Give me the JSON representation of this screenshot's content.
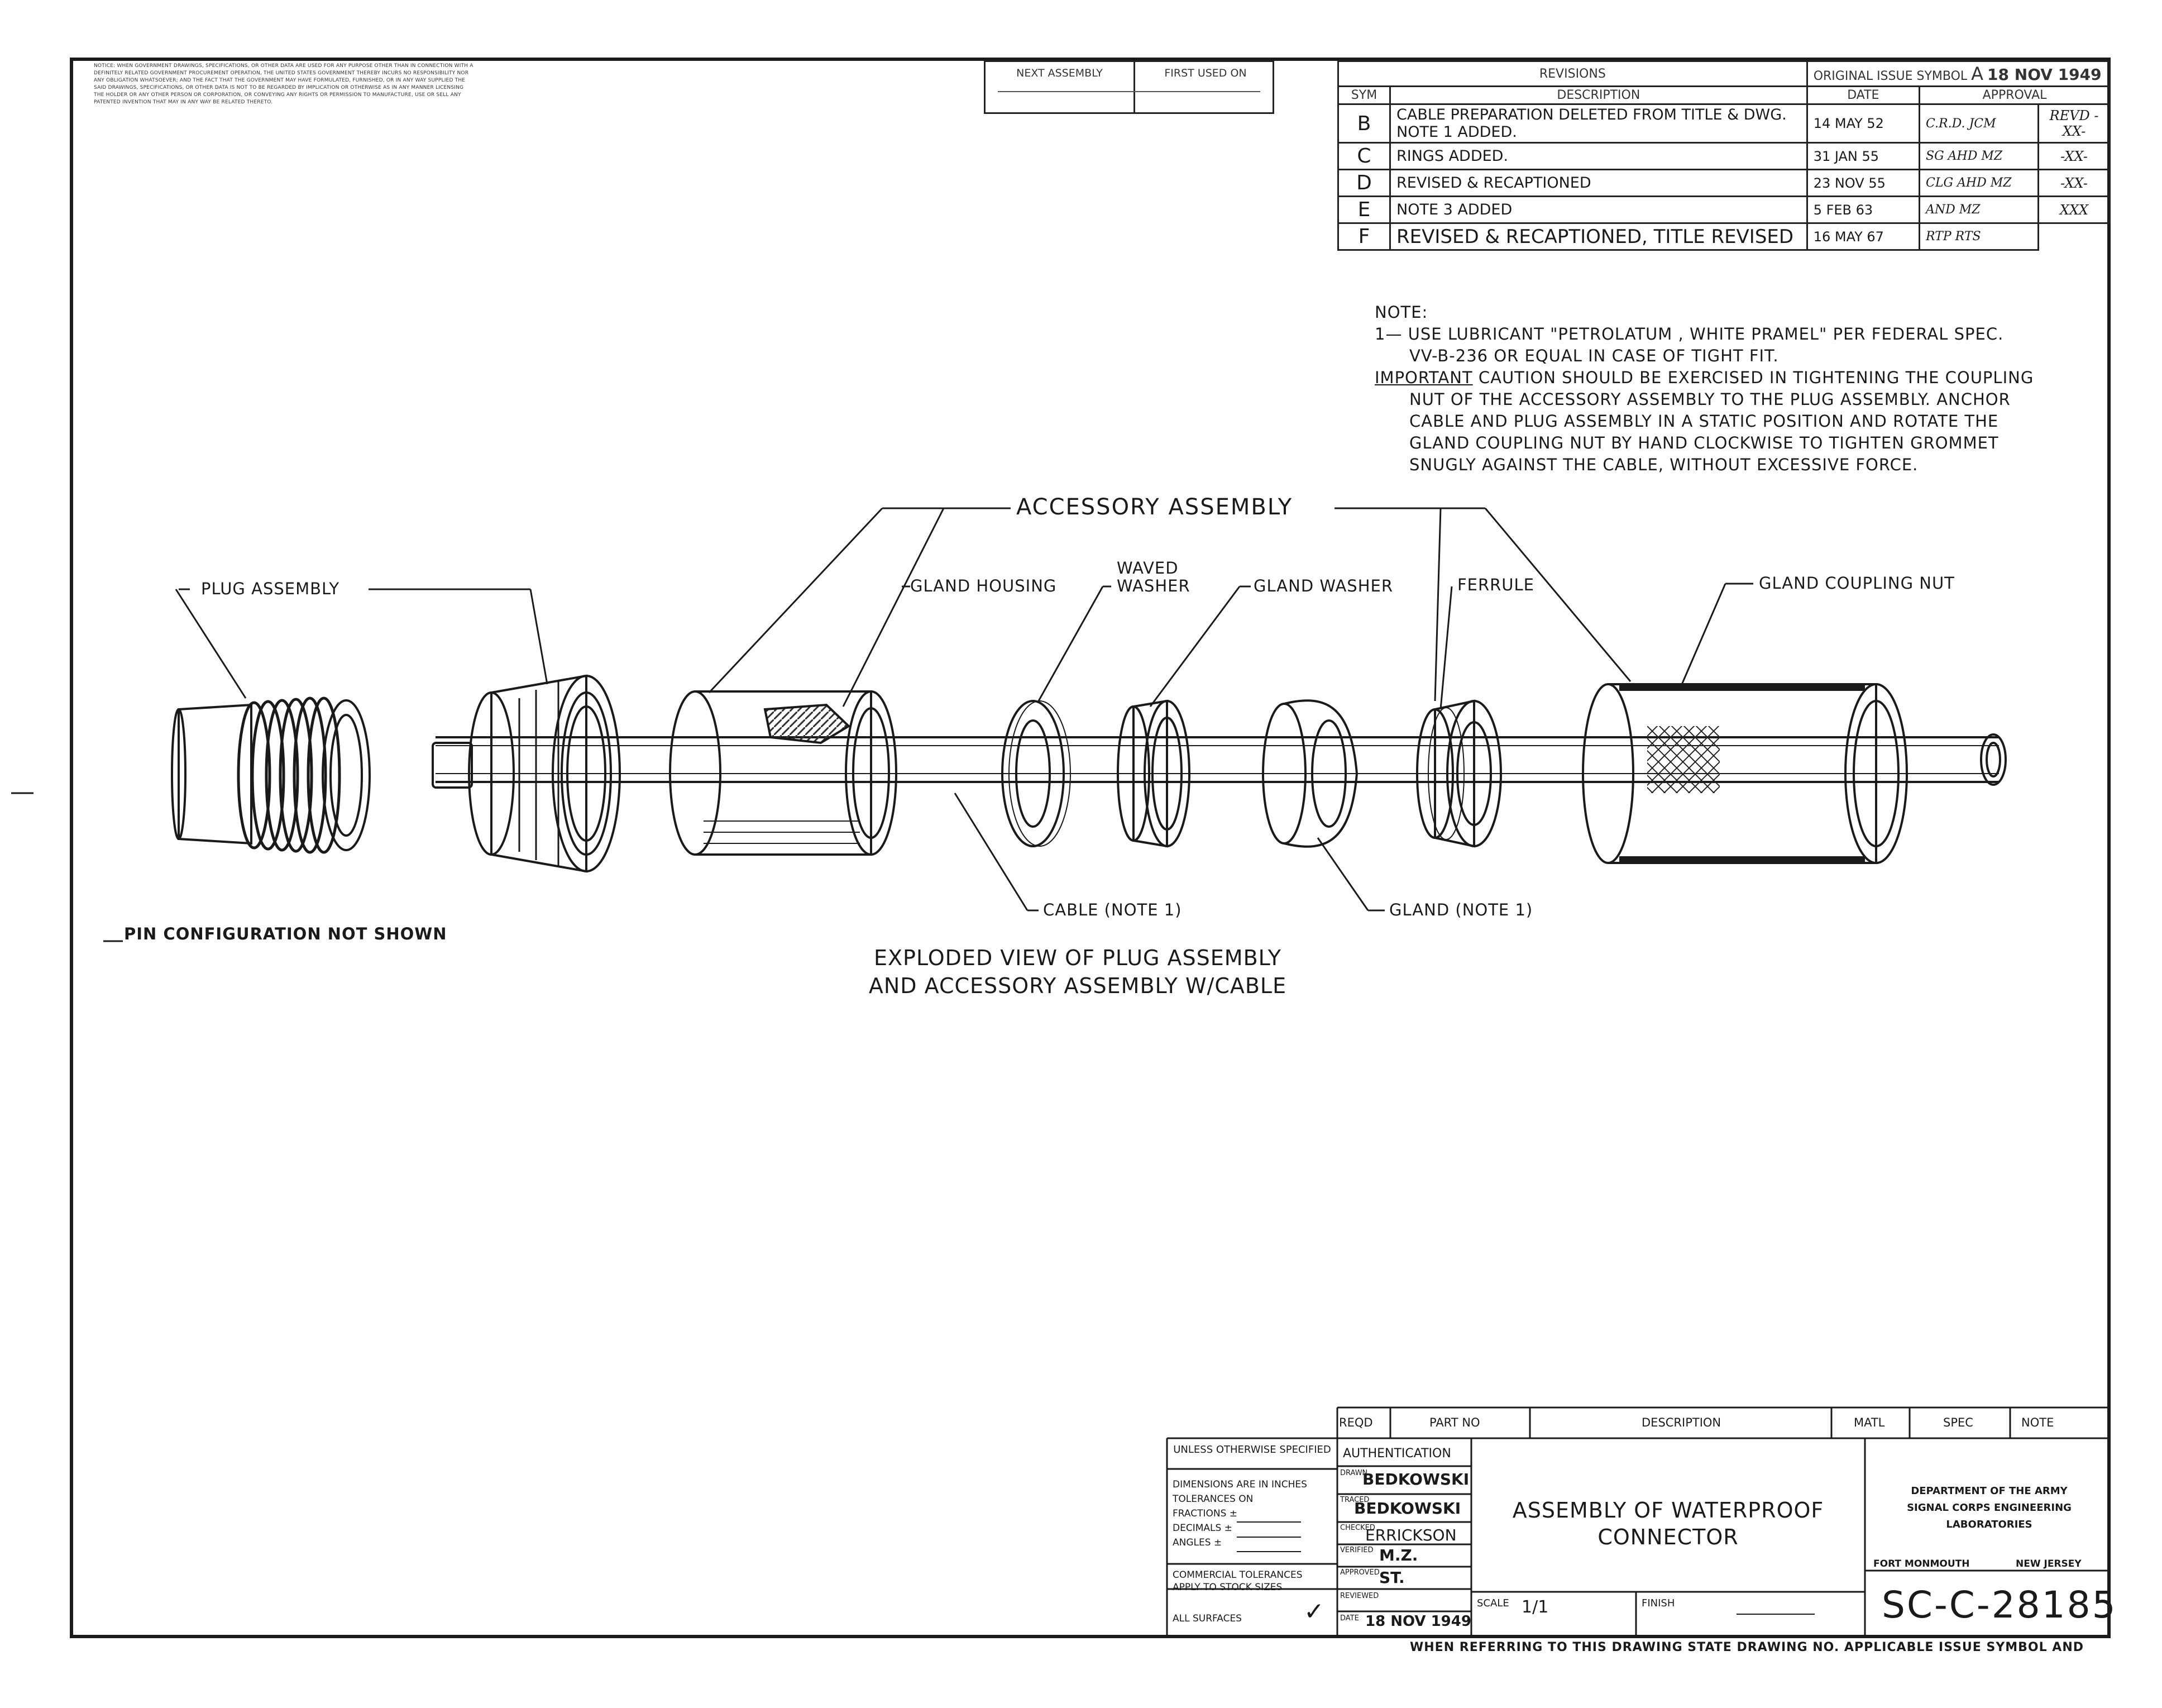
{
  "notice_block": "NOTICE: WHEN GOVERNMENT DRAWINGS, SPECIFICATIONS, OR OTHER DATA ARE USED FOR ANY PURPOSE OTHER THAN IN CONNECTION WITH A DEFINITELY RELATED GOVERNMENT PROCUREMENT OPERATION, THE UNITED STATES GOVERNMENT THEREBY INCURS NO RESPONSIBILITY NOR ANY OBLIGATION WHATSOEVER; AND THE FACT THAT THE GOVERNMENT MAY HAVE FORMULATED, FURNISHED, OR IN ANY WAY SUPPLIED THE SAID DRAWINGS, SPECIFICATIONS, OR OTHER DATA IS NOT TO BE REGARDED BY IMPLICATION OR OTHERWISE AS IN ANY MANNER LICENSING THE HOLDER OR ANY OTHER PERSON OR CORPORATION, OR CONVEYING ANY RIGHTS OR PERMISSION TO MANUFACTURE, USE OR SELL ANY PATENTED INVENTION THAT MAY IN ANY WAY BE RELATED THERETO.",
  "assembly_box": {
    "next_assembly": "NEXT ASSEMBLY",
    "first_used_on": "FIRST USED ON"
  },
  "revisions": {
    "title": "REVISIONS",
    "original_issue": "ORIGINAL ISSUE SYMBOL",
    "original_symbol": "A",
    "original_date": "18 NOV 1949",
    "headers": {
      "sym": "SYM",
      "description": "DESCRIPTION",
      "date": "DATE",
      "approval": "APPROVAL"
    },
    "rows": [
      {
        "sym": "B",
        "desc": "CABLE PREPARATION DELETED FROM TITLE & DWG.",
        "desc2": "NOTE 1 ADDED.",
        "date": "14 MAY 52",
        "sig": "C.R.D. JCM",
        "rv": "REVD -XX-"
      },
      {
        "sym": "C",
        "desc": "RINGS ADDED.",
        "desc2": "",
        "date": "31 JAN 55",
        "sig": "SG AHD MZ",
        "rv": "-XX-"
      },
      {
        "sym": "D",
        "desc": "REVISED & RECAPTIONED",
        "desc2": "",
        "date": "23 NOV 55",
        "sig": "CLG AHD MZ",
        "rv": "-XX-"
      },
      {
        "sym": "E",
        "desc": "NOTE 3 ADDED",
        "desc2": "",
        "date": "5 FEB 63",
        "sig": "AND MZ",
        "rv": "XXX"
      },
      {
        "sym": "F",
        "desc": "REVISED & RECAPTIONED, TITLE REVISED",
        "desc2": "",
        "date": "16 MAY 67",
        "sig": "RTP RTS",
        "rv": ""
      }
    ]
  },
  "note": {
    "heading": "NOTE:",
    "line1": "1— USE LUBRICANT \"PETROLATUM , WHITE PRAMEL\" PER FEDERAL SPEC.",
    "line1b": "VV-B-236 OR EQUAL IN CASE OF TIGHT FIT.",
    "important_label": "IMPORTANT",
    "important_text": " CAUTION SHOULD BE EXERCISED IN TIGHTENING THE COUPLING",
    "line3": "NUT OF THE ACCESSORY ASSEMBLY TO THE PLUG ASSEMBLY. ANCHOR",
    "line4": "CABLE AND PLUG ASSEMBLY IN A STATIC POSITION AND ROTATE THE",
    "line5": "GLAND COUPLING NUT BY HAND CLOCKWISE TO TIGHTEN GROMMET",
    "line6": "SNUGLY    AGAINST THE CABLE, WITHOUT EXCESSIVE FORCE."
  },
  "labels": {
    "accessory_assembly": "ACCESSORY ASSEMBLY",
    "plug_assembly": "PLUG ASSEMBLY",
    "gland_housing": "GLAND HOUSING",
    "waved": "WAVED",
    "washer": "WASHER",
    "gland_washer": "GLAND WASHER",
    "ferrule": "FERRULE",
    "gland_coupling_nut": "GLAND COUPLING NUT",
    "cable": "CABLE (NOTE 1)",
    "gland": "GLAND (NOTE 1)",
    "pin_config": "PIN CONFIGURATION NOT SHOWN",
    "caption1": "EXPLODED VIEW OF PLUG ASSEMBLY",
    "caption2": "AND ACCESSORY ASSEMBLY W/CABLE"
  },
  "title_block": {
    "parts_headers": {
      "reqd": "REQD",
      "part_no": "PART NO",
      "description": "DESCRIPTION",
      "matl": "MATL",
      "spec": "SPEC",
      "note": "NOTE"
    },
    "unless": "UNLESS OTHERWISE SPECIFIED",
    "dims": "DIMENSIONS ARE IN INCHES",
    "tol": "TOLERANCES ON",
    "fractions": "FRACTIONS ±",
    "decimals": "DECIMALS ±",
    "angles": "ANGLES ±",
    "commercial": "COMMERCIAL TOLERANCES",
    "stock": "APPLY TO STOCK SIZES",
    "surfaces": "ALL SURFACES",
    "check_mark": "✓",
    "auth": "AUTHENTICATION",
    "drawn_lbl": "DRAWN",
    "drawn": "BEDKOWSKI",
    "traced_lbl": "TRACED",
    "traced": "BEDKOWSKI",
    "checked_lbl": "CHECKED",
    "checked": "ERRICKSON",
    "verified_lbl": "VERIFIED",
    "verified": "M.Z.",
    "approved_lbl": "APPROVED",
    "approved": "ST.",
    "reviewed_lbl": "REVIEWED",
    "date_lbl": "DATE",
    "date": "18 NOV 1949",
    "title1": "ASSEMBLY OF WATERPROOF",
    "title2": "CONNECTOR",
    "scale_lbl": "SCALE",
    "scale": "1/1",
    "finish_lbl": "FINISH",
    "dept1": "DEPARTMENT OF THE ARMY",
    "dept2": "SIGNAL CORPS ENGINEERING",
    "dept3": "LABORATORIES",
    "loc1": "FORT MONMOUTH",
    "loc2": "NEW JERSEY",
    "dwg_no": "SC-C-28185",
    "footer": "WHEN REFERRING TO THIS DRAWING STATE DRAWING NO. APPLICABLE ISSUE SYMBOL AND"
  }
}
